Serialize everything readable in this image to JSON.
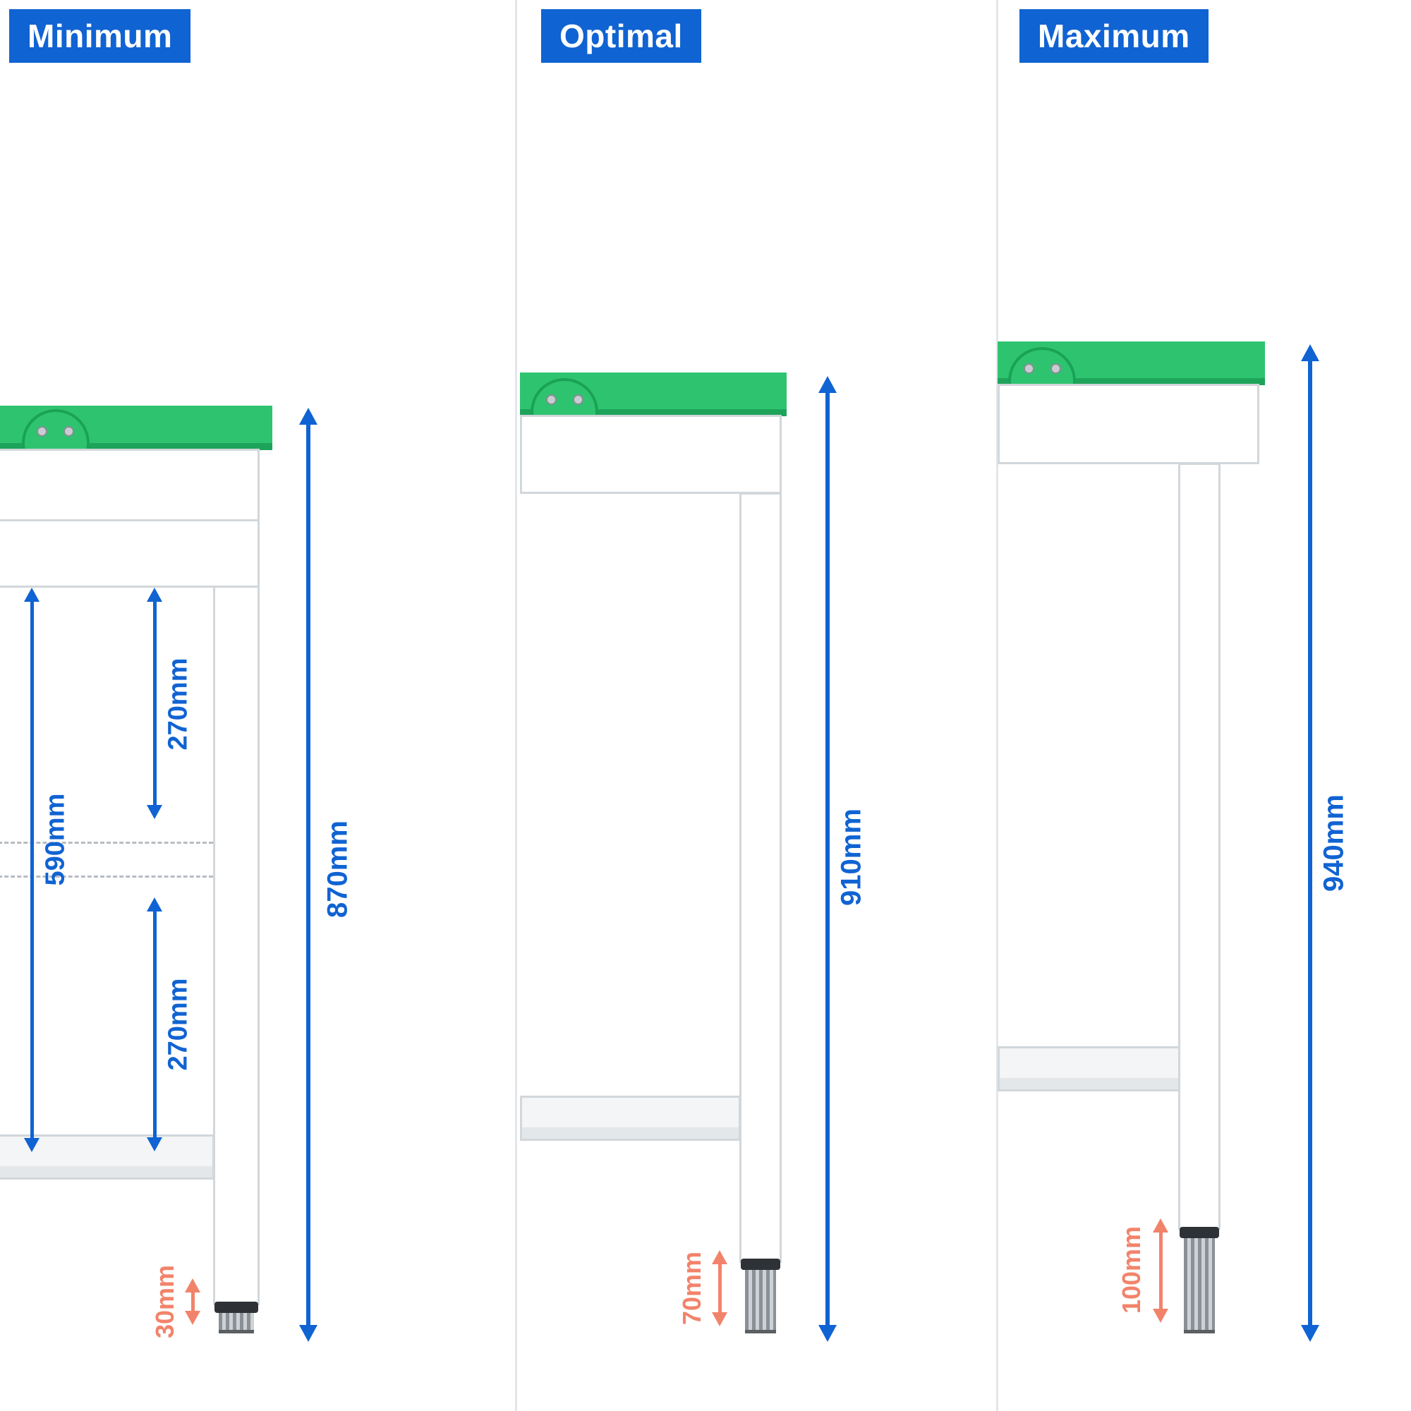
{
  "colors": {
    "accent_blue": "#1063d2",
    "salmon": "#f2836b",
    "green": "#2ec46f",
    "green_dark": "#1da45a",
    "green_border": "#1aa257",
    "border_gray": "#d2d7db",
    "shelf_gray": "#f3f5f6",
    "foot_dark": "#2e3236",
    "divider_gray": "#e3e6ea"
  },
  "panels": [
    {
      "label": "Minimum",
      "total_height": "870mm",
      "foot_height": "30mm",
      "inner": {
        "opening": "590mm",
        "upper": "270mm",
        "lower": "270mm"
      }
    },
    {
      "label": "Optimal",
      "total_height": "910mm",
      "foot_height": "70mm"
    },
    {
      "label": "Maximum",
      "total_height": "940mm",
      "foot_height": "100mm"
    }
  ]
}
